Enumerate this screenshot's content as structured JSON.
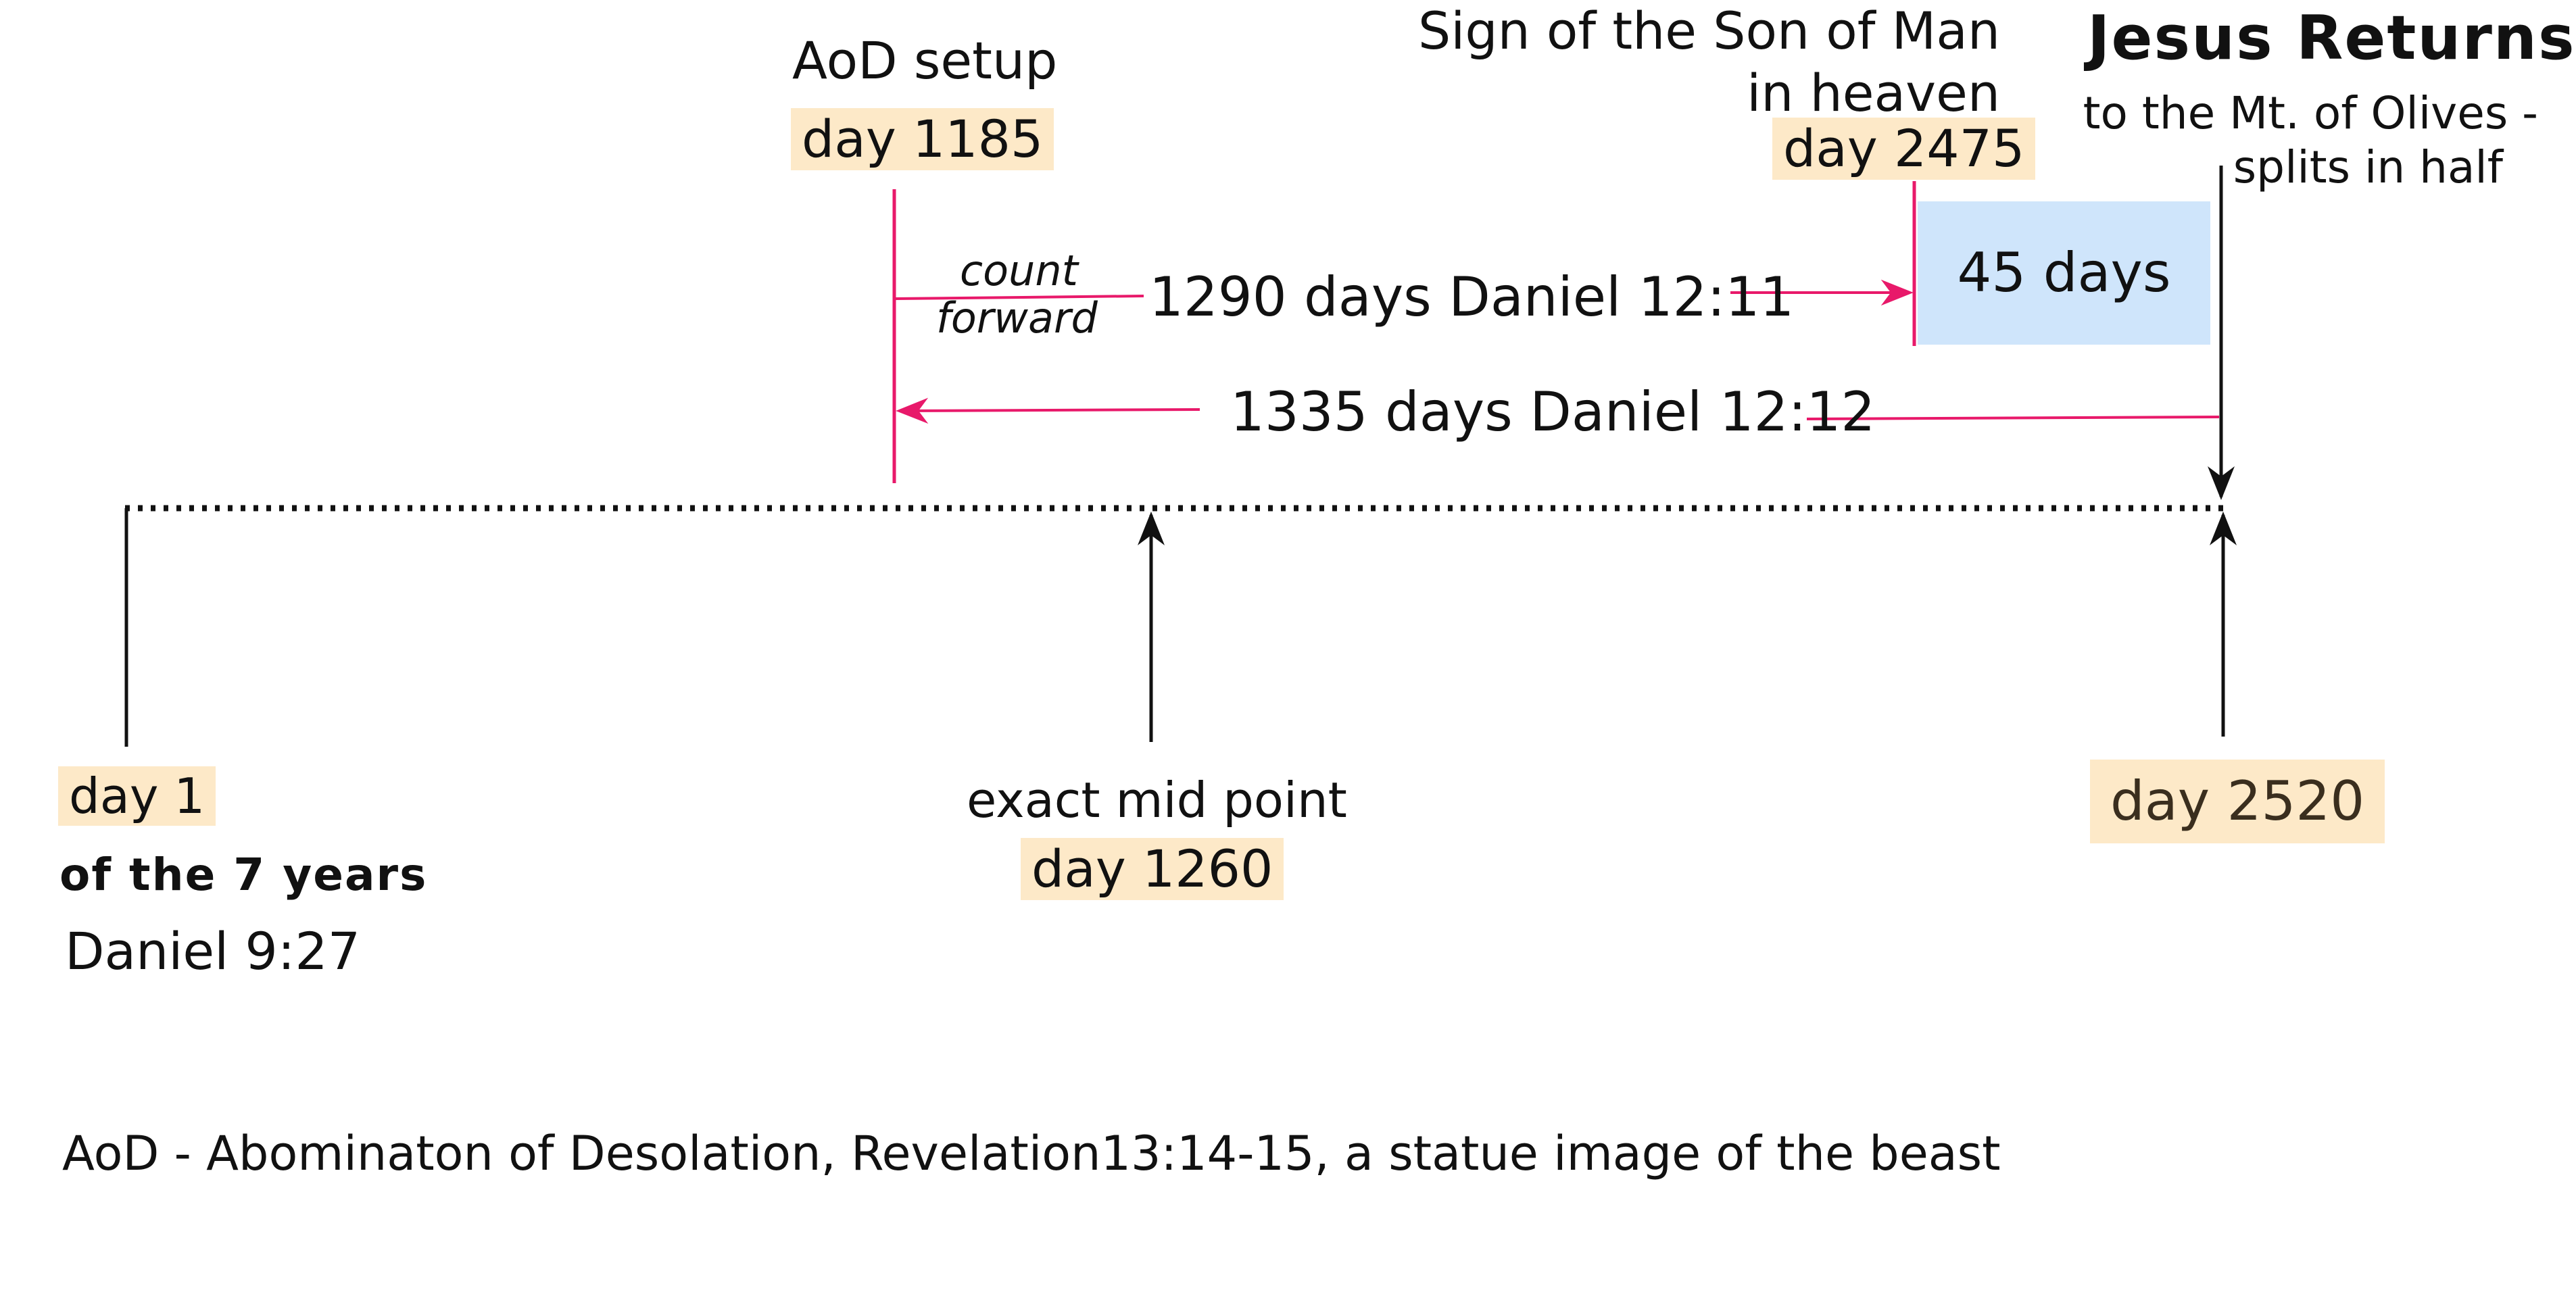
{
  "labels": {
    "aod_setup": "AoD setup",
    "aod_day": "day 1185",
    "sign_line1": "Sign of the Son of Man",
    "sign_line2": "in heaven",
    "sign_day": "day 2475",
    "jesus_title": "Jesus Returns",
    "jesus_line1": "to the Mt. of Olives -",
    "jesus_line2": "splits in half",
    "count_line1": "count",
    "count_line2": "forward",
    "span_1290": "1290 days Daniel 12:11",
    "span_45": "45 days",
    "span_1335": "1335 days Daniel 12:12",
    "day1": "day 1",
    "day1_sub": "of the 7 years",
    "day1_ref": "Daniel 9:27",
    "mid_label": "exact mid point",
    "mid_day": "day 1260",
    "end_day": "day 2520",
    "footnote": "AoD - Abominaton of Desolation, Revelation13:14-15, a statue image of the beast"
  },
  "colors": {
    "highlight": "#fde9c8",
    "box_45": "#cfe5fb",
    "pink_arrow": "#e8196a",
    "black_line": "#111111"
  }
}
